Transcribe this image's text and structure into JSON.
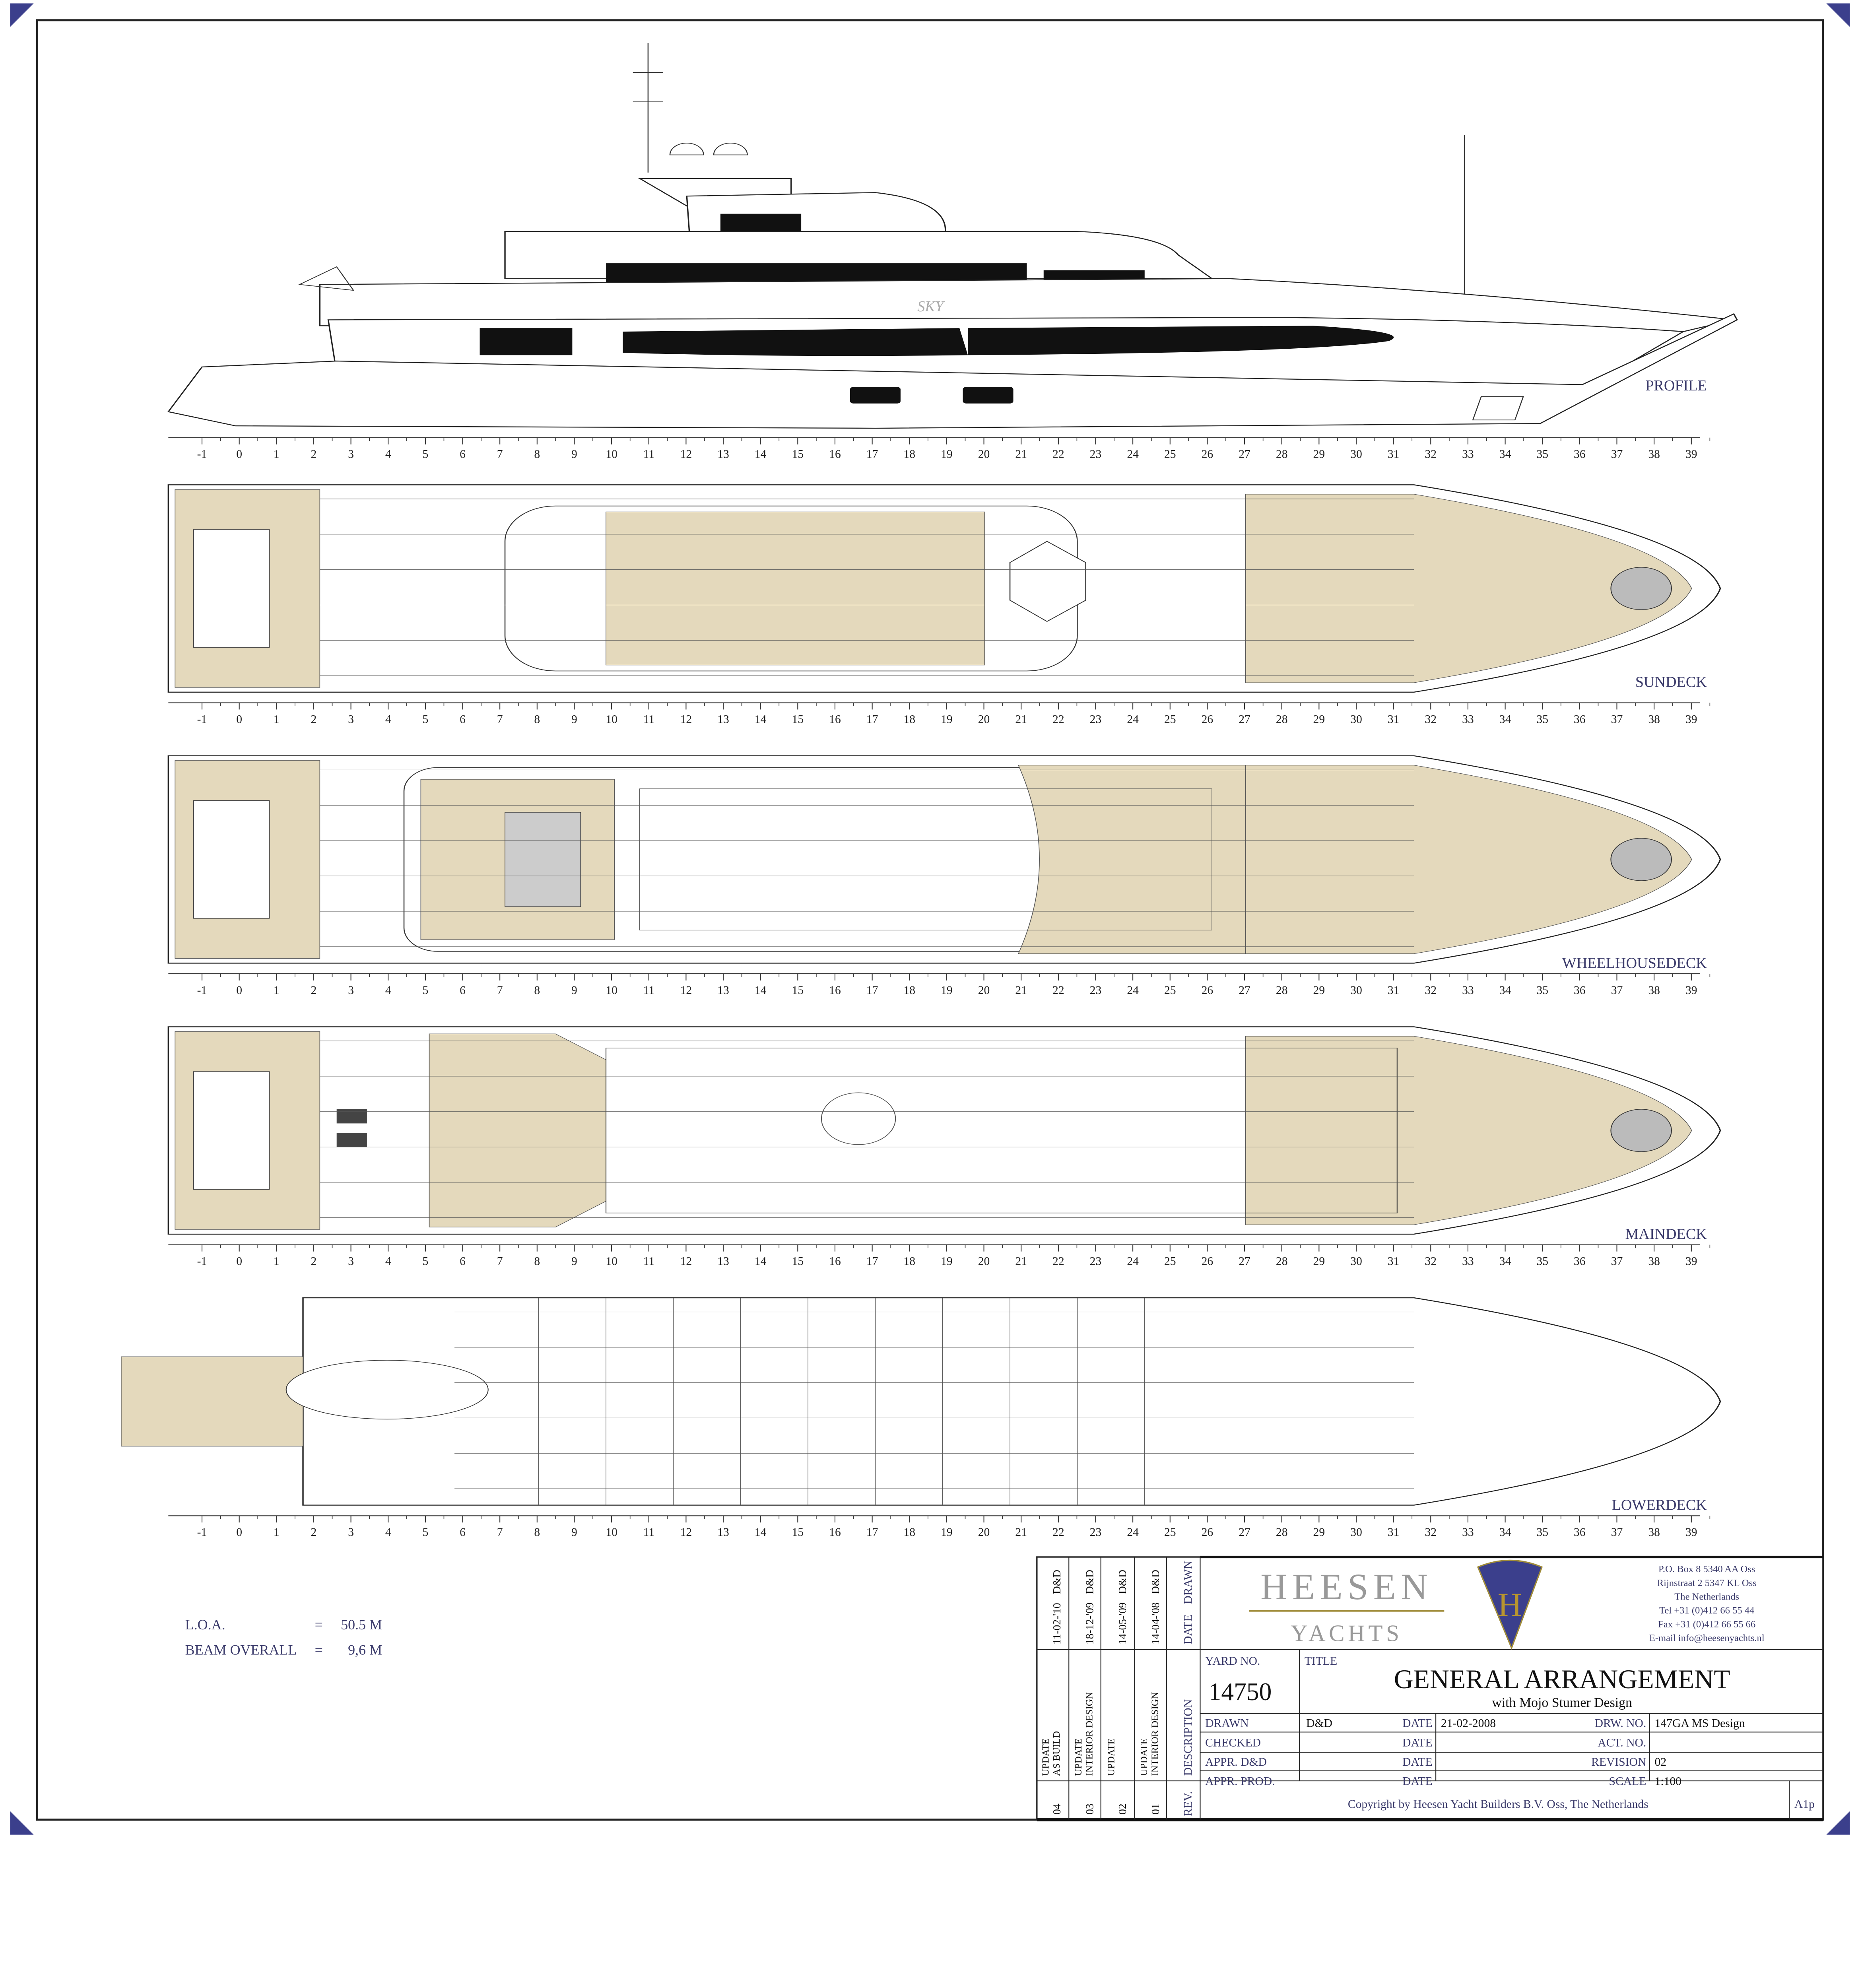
{
  "drawing": {
    "views": [
      {
        "id": "profile",
        "label": "PROFILE"
      },
      {
        "id": "sundeck",
        "label": "SUNDECK"
      },
      {
        "id": "wheelhouse",
        "label": "WHEELHOUSEDECK"
      },
      {
        "id": "maindeck",
        "label": "MAINDECK"
      },
      {
        "id": "lowerdeck",
        "label": "LOWERDECK"
      }
    ],
    "frames": [
      "-1",
      "0",
      "1",
      "2",
      "3",
      "4",
      "5",
      "6",
      "7",
      "8",
      "9",
      "10",
      "11",
      "12",
      "13",
      "14",
      "15",
      "16",
      "17",
      "18",
      "19",
      "20",
      "21",
      "22",
      "23",
      "24",
      "25",
      "26",
      "27",
      "28",
      "29",
      "30",
      "31",
      "32",
      "33",
      "34",
      "35",
      "36",
      "37",
      "38",
      "39"
    ],
    "yacht_name": "SKY",
    "deck_color": "#e4d9bc"
  },
  "particulars": {
    "loa_label": "L.O.A.",
    "loa_eq": "=",
    "loa_value": "50.5 M",
    "beam_label": "BEAM OVERALL",
    "beam_eq": "=",
    "beam_value": "9,6 M"
  },
  "title_block": {
    "revisions": [
      {
        "rev": "04",
        "description": [
          "UPDATE",
          "AS BUILD"
        ],
        "date": "11-02-'10",
        "drawn": "D&D"
      },
      {
        "rev": "03",
        "description": [
          "UPDATE",
          "INTERIOR DESIGN"
        ],
        "date": "18-12-'09",
        "drawn": "D&D"
      },
      {
        "rev": "02",
        "description": [
          "UPDATE"
        ],
        "date": "14-05-'09",
        "drawn": "D&D"
      },
      {
        "rev": "01",
        "description": [
          "UPDATE",
          "INTERIOR DESIGN"
        ],
        "date": "14-04-'08",
        "drawn": "D&D"
      }
    ],
    "rev_header": "REV.",
    "description_header": "DESCRIPTION",
    "date_header": "DATE",
    "drawn_header": "DRAWN",
    "logo": {
      "line1": "HEESEN",
      "line2": "YACHTS",
      "emblem": "H"
    },
    "address": [
      "P.O. Box 8  5340 AA  Oss",
      "Rijnstraat 2  5347 KL  Oss",
      "The Netherlands",
      "Tel +31 (0)412 66 55 44",
      "Fax +31 (0)412 66 55 66",
      "E-mail info@heesenyachts.nl"
    ],
    "yard_no_label": "YARD NO.",
    "yard_no": "14750",
    "title_label": "TITLE",
    "title": "GENERAL ARRANGEMENT",
    "subtitle": "with Mojo Stumer Design",
    "rows": [
      {
        "l": "DRAWN",
        "lv": "D&D",
        "d": "DATE",
        "dv": "21-02-2008",
        "r": "DRW. NO.",
        "rv": "147GA MS Design"
      },
      {
        "l": "CHECKED",
        "lv": "",
        "d": "DATE",
        "dv": "",
        "r": "ACT. NO.",
        "rv": ""
      },
      {
        "l": "APPR. D&D",
        "lv": "",
        "d": "DATE",
        "dv": "",
        "r": "REVISION",
        "rv": "02"
      },
      {
        "l": "APPR. PROD.",
        "lv": "",
        "d": "DATE",
        "dv": "",
        "r": "SCALE",
        "rv": "1:100"
      }
    ],
    "copyright": "Copyright by Heesen Yacht Builders B.V. Oss, The Netherlands",
    "sheet": "A1p",
    "text_color": "#3a3a6a",
    "logo_color": "#3b3f8c",
    "gold": "#a08c3a"
  }
}
